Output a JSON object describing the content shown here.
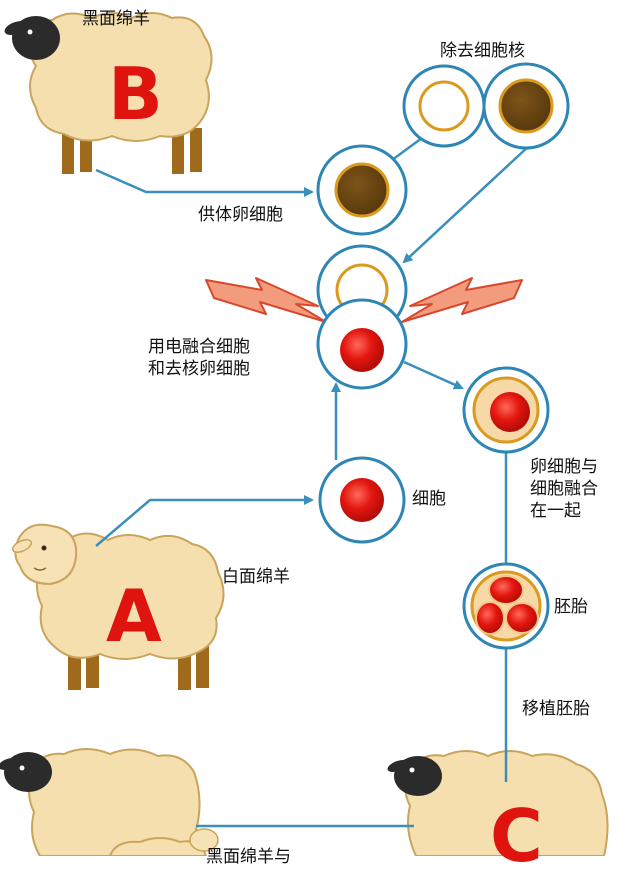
{
  "labels": {
    "sheep_b_desc": "黑面绵羊",
    "sheep_b_letter": "B",
    "remove_nucleus": "除去细胞核",
    "donor_egg": "供体卵细胞",
    "fuse_line1": "用电融合细胞",
    "fuse_line2": "和去核卵细胞",
    "cell": "细胞",
    "merged_line1": "卵细胞与",
    "merged_line2": "细胞融合",
    "merged_line3": "在一起",
    "sheep_a_desc": "白面绵羊",
    "sheep_a_letter": "A",
    "embryo": "胚胎",
    "transplant": "移植胚胎",
    "sheep_c_letter": "C",
    "bottom_partial": "黑面绵羊与"
  },
  "colors": {
    "outline_blue": "#2e86b5",
    "arrow_blue": "#3a8fbd",
    "nucleus_brown": "#6b4512",
    "nucleus_ring": "#d99a1e",
    "cell_red": "#e3160f",
    "wool": "#f5dfae",
    "wool_outline": "#c9a45c",
    "black_face": "#2b2b2b",
    "white_face": "#f6e2b5",
    "leg_brown": "#a06a1c",
    "spark_fill": "#f39b7d",
    "spark_stroke": "#d8492c",
    "letter_red": "#e0140e"
  }
}
